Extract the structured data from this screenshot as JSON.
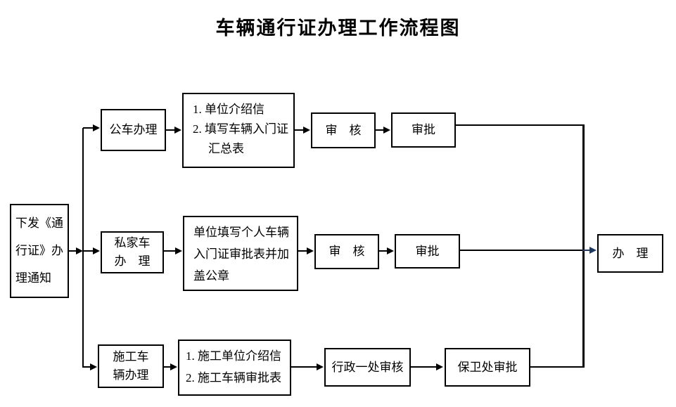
{
  "title": "车辆通行证办理工作流程图",
  "colors": {
    "line": "#000000",
    "final_arrow_accent": "#1f3864",
    "box_border": "#000000",
    "background": "#ffffff",
    "text": "#000000"
  },
  "nodes": {
    "start": {
      "lines": [
        "下发《通",
        "行证》办",
        "理通知"
      ]
    },
    "row1": {
      "category": "公车办理",
      "docs": [
        "1. 单位介绍信",
        "2. 填写车辆入门证",
        "汇总表"
      ],
      "review": "审　核",
      "approve": "审批"
    },
    "row2": {
      "category_lines": [
        "私家车",
        "办　理"
      ],
      "docs": [
        "单位填写个人车辆",
        "入门证审批表并加",
        "盖公章"
      ],
      "review": "审　核",
      "approve": "审批"
    },
    "row3": {
      "category_lines": [
        "施工车",
        "辆办理"
      ],
      "docs": [
        "1. 施工单位介绍信",
        "2. 施工车辆审批表"
      ],
      "review": "行政一处审核",
      "approve": "保卫处审批"
    },
    "final": "办　理"
  }
}
